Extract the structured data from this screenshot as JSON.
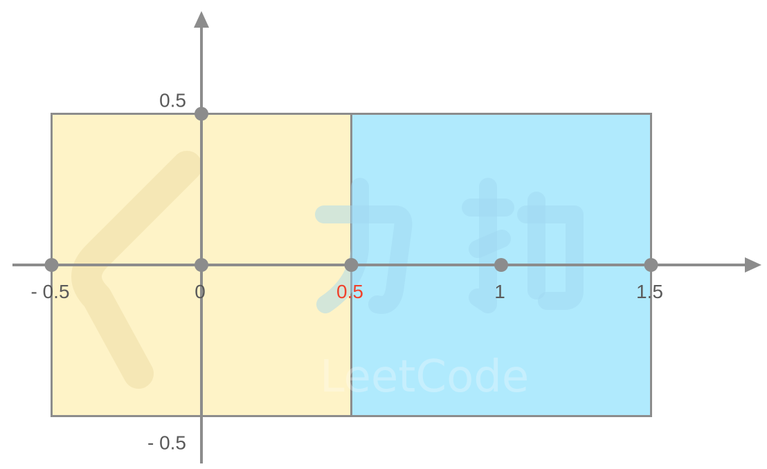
{
  "rectangles": [
    {
      "name": "left-square",
      "x": [
        -0.5,
        0.5
      ],
      "y": [
        -0.5,
        0.5
      ],
      "fill": "#fef3c7",
      "stroke": "#8c8c8c"
    },
    {
      "name": "right-square",
      "x": [
        0.5,
        1.5
      ],
      "y": [
        -0.5,
        0.5
      ],
      "fill": "#b0eafd",
      "stroke": "#8c8c8c"
    }
  ],
  "points": [
    {
      "x": -0.5,
      "y": 0
    },
    {
      "x": 0,
      "y": 0
    },
    {
      "x": 0.5,
      "y": 0
    },
    {
      "x": 1,
      "y": 0
    },
    {
      "x": 1.5,
      "y": 0
    },
    {
      "x": 0,
      "y": 0.5
    }
  ],
  "x_ticks": [
    {
      "value": -0.5,
      "label": "- 0.5",
      "highlight": false
    },
    {
      "value": 0,
      "label": "0",
      "highlight": false
    },
    {
      "value": 0.5,
      "label": "0.5",
      "highlight": true
    },
    {
      "value": 1,
      "label": "1",
      "highlight": false
    },
    {
      "value": 1.5,
      "label": "1.5",
      "highlight": false
    }
  ],
  "y_ticks": [
    {
      "value": 0.5,
      "label": "0.5"
    },
    {
      "value": -0.5,
      "label": "- 0.5"
    }
  ],
  "watermark": {
    "text": "LeetCode",
    "glyphs": "力扣"
  },
  "colors": {
    "axis": "#8c8c8c",
    "tick_text": "#5a5a5a",
    "highlight_text": "#f0422c"
  }
}
